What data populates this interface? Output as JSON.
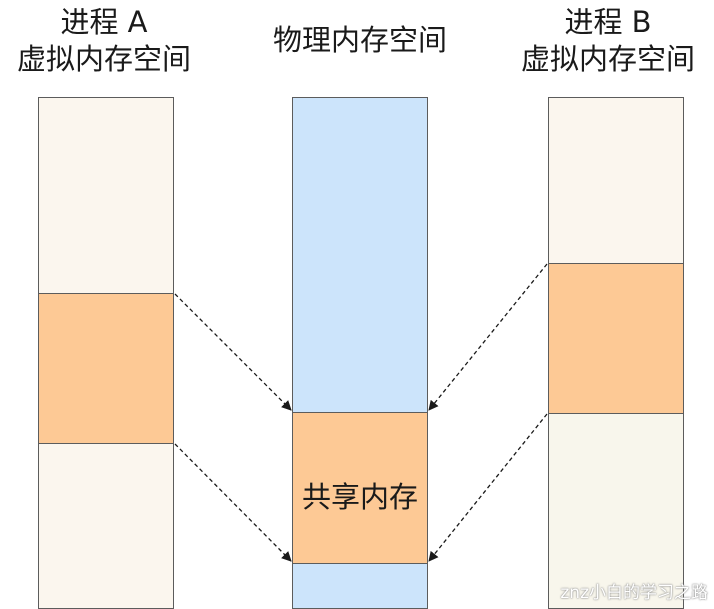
{
  "titles": {
    "process_a": {
      "line1": "进程 A",
      "line2": "虚拟内存空间"
    },
    "physical": {
      "line1": "物理内存空间"
    },
    "process_b": {
      "line1": "进程 B",
      "line2": "虚拟内存空间"
    }
  },
  "shared_memory_label": "共享内存",
  "watermark": "znz小白的学习之路",
  "colors": {
    "virtual_bg": "#fbf6ee",
    "virtual_bg_lower_b": "#f8f6ec",
    "physical_bg": "#cce4fb",
    "shared_bg": "#fdc995",
    "border": "#5c5c5c",
    "arrow": "#1a1a1a"
  }
}
